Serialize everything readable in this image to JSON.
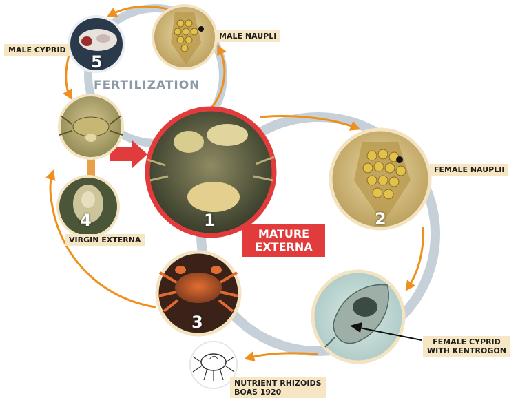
{
  "cycle_title": "FERTILIZATION",
  "stages": [
    {
      "number": "1",
      "label_lines": [
        "MATURE",
        "EXTERNA"
      ]
    },
    {
      "number": "2",
      "label": "FEMALE NAUPLII"
    },
    {
      "number": "3",
      "label_lines": [
        "NUTRIENT RHIZOIDS",
        "BOAS 1920"
      ]
    },
    {
      "number": "4",
      "label": "VIRGIN EXTERNA"
    },
    {
      "number": "5",
      "label": "MALE CYPRID"
    }
  ],
  "other_labels": {
    "male_nauplii": "MALE NAUPLI",
    "female_cyprid_lines": [
      "FEMALE CYPRID",
      "WITH KENTROGON"
    ]
  },
  "colors": {
    "arrow_orange": "#f0901c",
    "ring_grey": "#c6d0d8",
    "highlight_red": "#e23b3b",
    "label_bg": "#f7e6c4"
  }
}
